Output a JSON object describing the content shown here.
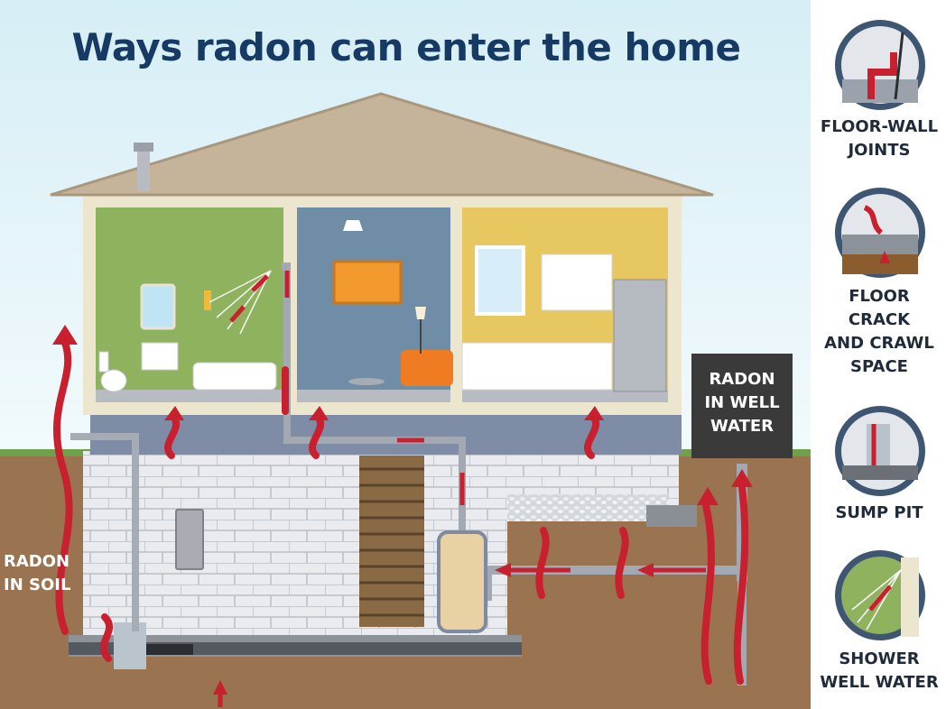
{
  "title": "Ways radon can enter the home",
  "labels": {
    "radon_in_soil": [
      "RADON",
      "IN SOIL"
    ],
    "radon_in_well_water": [
      "RADON",
      "IN WELL",
      "WATER"
    ]
  },
  "sidebar": {
    "items": [
      {
        "lines": [
          "FLOOR-WALL",
          "JOINTS"
        ],
        "icon": "floor-wall-joint-icon"
      },
      {
        "lines": [
          "FLOOR",
          "CRACK",
          "AND CRAWL",
          "SPACE"
        ],
        "icon": "floor-crack-icon"
      },
      {
        "lines": [
          "SUMP PIT"
        ],
        "icon": "sump-pit-icon"
      },
      {
        "lines": [
          "SHOWER",
          "WELL WATER"
        ],
        "icon": "shower-well-water-icon"
      }
    ]
  },
  "colors": {
    "sky": "#e6f3f8",
    "soil": "#9a7350",
    "roof": "#c5b49a",
    "bathroom": "#8eb25e",
    "living_room": "#6f8da6",
    "kitchen": "#e7c860",
    "arrow": "#c8202f",
    "title": "#163a63",
    "label_box": "#3a3a3a"
  }
}
